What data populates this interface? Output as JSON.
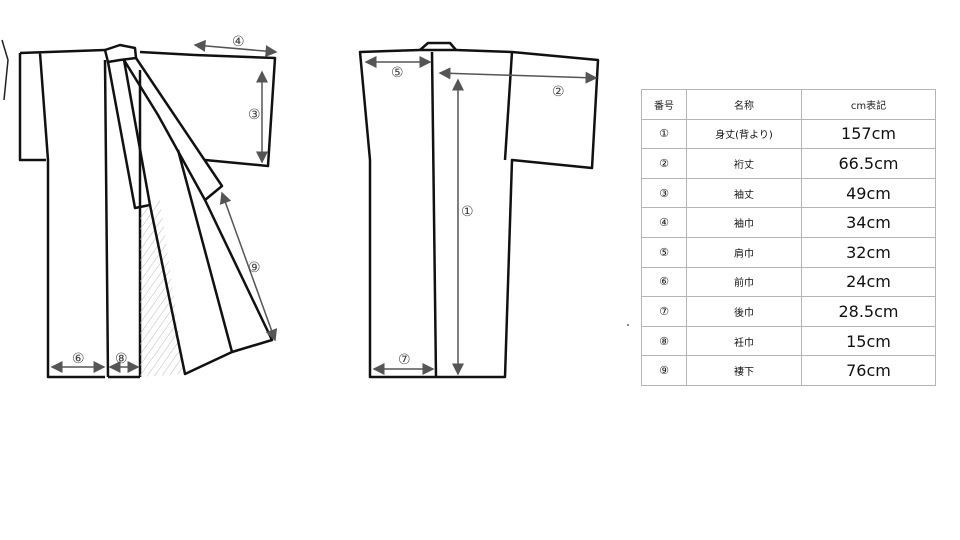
{
  "diagram": {
    "front_labels": {
      "sleeve_width": "④",
      "sleeve_length": "③",
      "front_width": "⑥",
      "okumi_width": "⑧",
      "collar_to_hem": "⑨"
    },
    "back_labels": {
      "shoulder_width": "⑤",
      "yuki": "②",
      "body_length": "①",
      "back_width": "⑦"
    }
  },
  "table": {
    "headers": {
      "number": "番号",
      "name": "名称",
      "value": "cm表記"
    },
    "rows": [
      {
        "number": "①",
        "name": "身丈(背より)",
        "value": "157cm"
      },
      {
        "number": "②",
        "name": "裄丈",
        "value": "66.5cm"
      },
      {
        "number": "③",
        "name": "袖丈",
        "value": "49cm"
      },
      {
        "number": "④",
        "name": "袖巾",
        "value": "34cm"
      },
      {
        "number": "⑤",
        "name": "肩巾",
        "value": "32cm"
      },
      {
        "number": "⑥",
        "name": "前巾",
        "value": "24cm"
      },
      {
        "number": "⑦",
        "name": "後巾",
        "value": "28.5cm"
      },
      {
        "number": "⑧",
        "name": "衽巾",
        "value": "15cm"
      },
      {
        "number": "⑨",
        "name": "褄下",
        "value": "76cm"
      }
    ]
  }
}
